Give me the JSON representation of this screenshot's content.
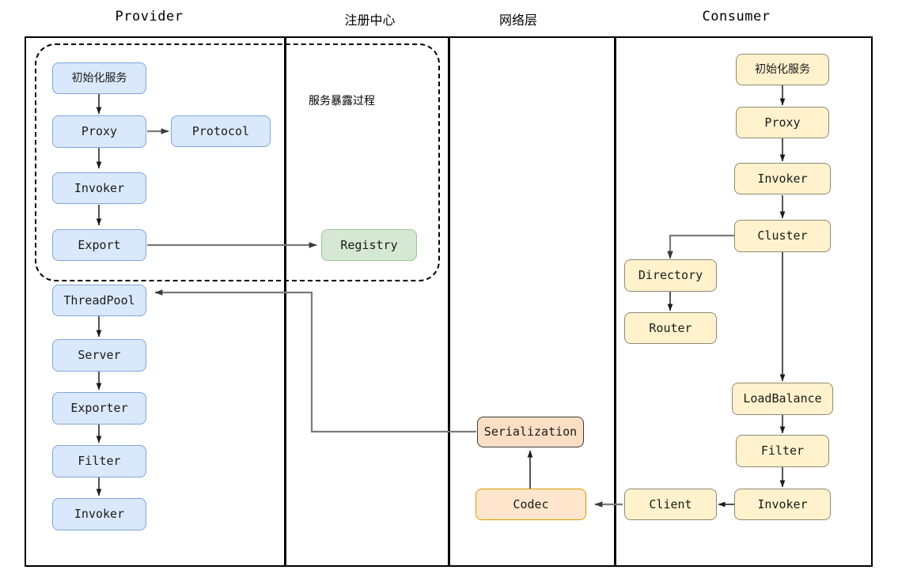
{
  "diagram": {
    "title_bar": {
      "columns": [
        {
          "id": "provider",
          "label": "Provider",
          "cjk": false
        },
        {
          "id": "registry",
          "label": "注册中心",
          "cjk": true
        },
        {
          "id": "network",
          "label": "网络层",
          "cjk": true
        },
        {
          "id": "consumer",
          "label": "Consumer",
          "cjk": false
        }
      ]
    },
    "annotations": {
      "service_export_note": "服务暴露过程"
    },
    "palette": {
      "blue_fill": "#dae8fc",
      "blue_border": "#7ea6d8",
      "green_fill": "#d5e8d4",
      "green_border": "#9cc593",
      "yellow_fill": "#fff2cc",
      "yellow_border": "#8f8a74",
      "orange_fill": "#ffe6cc",
      "orange_border": "#d79b00",
      "peach_fill": "#fbdfc4",
      "peach_border": "#3c3c3c",
      "frame_border": "#000000",
      "edge_dark": "#1a1a1a",
      "edge_grey": "#7a7a7a"
    },
    "nodes": {
      "provider": [
        {
          "id": "p-init",
          "label": "初始化服务",
          "cjk": true
        },
        {
          "id": "p-proxy",
          "label": "Proxy",
          "cjk": false
        },
        {
          "id": "p-protocol",
          "label": "Protocol",
          "cjk": false
        },
        {
          "id": "p-invoker",
          "label": "Invoker",
          "cjk": false
        },
        {
          "id": "p-export",
          "label": "Export",
          "cjk": false
        },
        {
          "id": "p-threadpool",
          "label": "ThreadPool",
          "cjk": false
        },
        {
          "id": "p-server",
          "label": "Server",
          "cjk": false
        },
        {
          "id": "p-exporter",
          "label": "Exporter",
          "cjk": false
        },
        {
          "id": "p-filter",
          "label": "Filter",
          "cjk": false
        },
        {
          "id": "p-invoker2",
          "label": "Invoker",
          "cjk": false
        }
      ],
      "registry": [
        {
          "id": "r-registry",
          "label": "Registry",
          "cjk": false
        }
      ],
      "network": [
        {
          "id": "n-serialization",
          "label": "Serialization",
          "cjk": false
        },
        {
          "id": "n-codec",
          "label": "Codec",
          "cjk": false
        }
      ],
      "consumer": [
        {
          "id": "c-init",
          "label": "初始化服务",
          "cjk": true
        },
        {
          "id": "c-proxy",
          "label": "Proxy",
          "cjk": false
        },
        {
          "id": "c-invoker",
          "label": "Invoker",
          "cjk": false
        },
        {
          "id": "c-cluster",
          "label": "Cluster",
          "cjk": false
        },
        {
          "id": "c-directory",
          "label": "Directory",
          "cjk": false
        },
        {
          "id": "c-router",
          "label": "Router",
          "cjk": false
        },
        {
          "id": "c-loadbalance",
          "label": "LoadBalance",
          "cjk": false
        },
        {
          "id": "c-filter",
          "label": "Filter",
          "cjk": false
        },
        {
          "id": "c-invoker2",
          "label": "Invoker",
          "cjk": false
        },
        {
          "id": "c-client",
          "label": "Client",
          "cjk": false
        }
      ]
    },
    "edges": [
      {
        "from": "p-init",
        "to": "p-proxy",
        "style": "dark"
      },
      {
        "from": "p-proxy",
        "to": "p-protocol",
        "style": "grey"
      },
      {
        "from": "p-proxy",
        "to": "p-invoker",
        "style": "dark"
      },
      {
        "from": "p-invoker",
        "to": "p-export",
        "style": "dark"
      },
      {
        "from": "p-export",
        "to": "r-registry",
        "style": "grey"
      },
      {
        "from": "p-threadpool",
        "to": "p-server",
        "style": "dark"
      },
      {
        "from": "p-server",
        "to": "p-exporter",
        "style": "dark"
      },
      {
        "from": "p-exporter",
        "to": "p-filter",
        "style": "dark"
      },
      {
        "from": "p-filter",
        "to": "p-invoker2",
        "style": "dark"
      },
      {
        "from": "n-serialization",
        "to": "p-threadpool",
        "style": "grey"
      },
      {
        "from": "n-codec",
        "to": "n-serialization",
        "style": "dark"
      },
      {
        "from": "c-client",
        "to": "n-codec",
        "style": "grey"
      },
      {
        "from": "c-invoker2",
        "to": "c-client",
        "style": "dark"
      },
      {
        "from": "c-init",
        "to": "c-proxy",
        "style": "dark"
      },
      {
        "from": "c-proxy",
        "to": "c-invoker",
        "style": "dark"
      },
      {
        "from": "c-invoker",
        "to": "c-cluster",
        "style": "dark"
      },
      {
        "from": "c-cluster",
        "to": "c-directory",
        "style": "grey"
      },
      {
        "from": "c-directory",
        "to": "c-router",
        "style": "dark"
      },
      {
        "from": "c-cluster",
        "to": "c-loadbalance",
        "style": "dark"
      },
      {
        "from": "c-loadbalance",
        "to": "c-filter",
        "style": "dark"
      },
      {
        "from": "c-filter",
        "to": "c-invoker2",
        "style": "dark"
      }
    ]
  }
}
